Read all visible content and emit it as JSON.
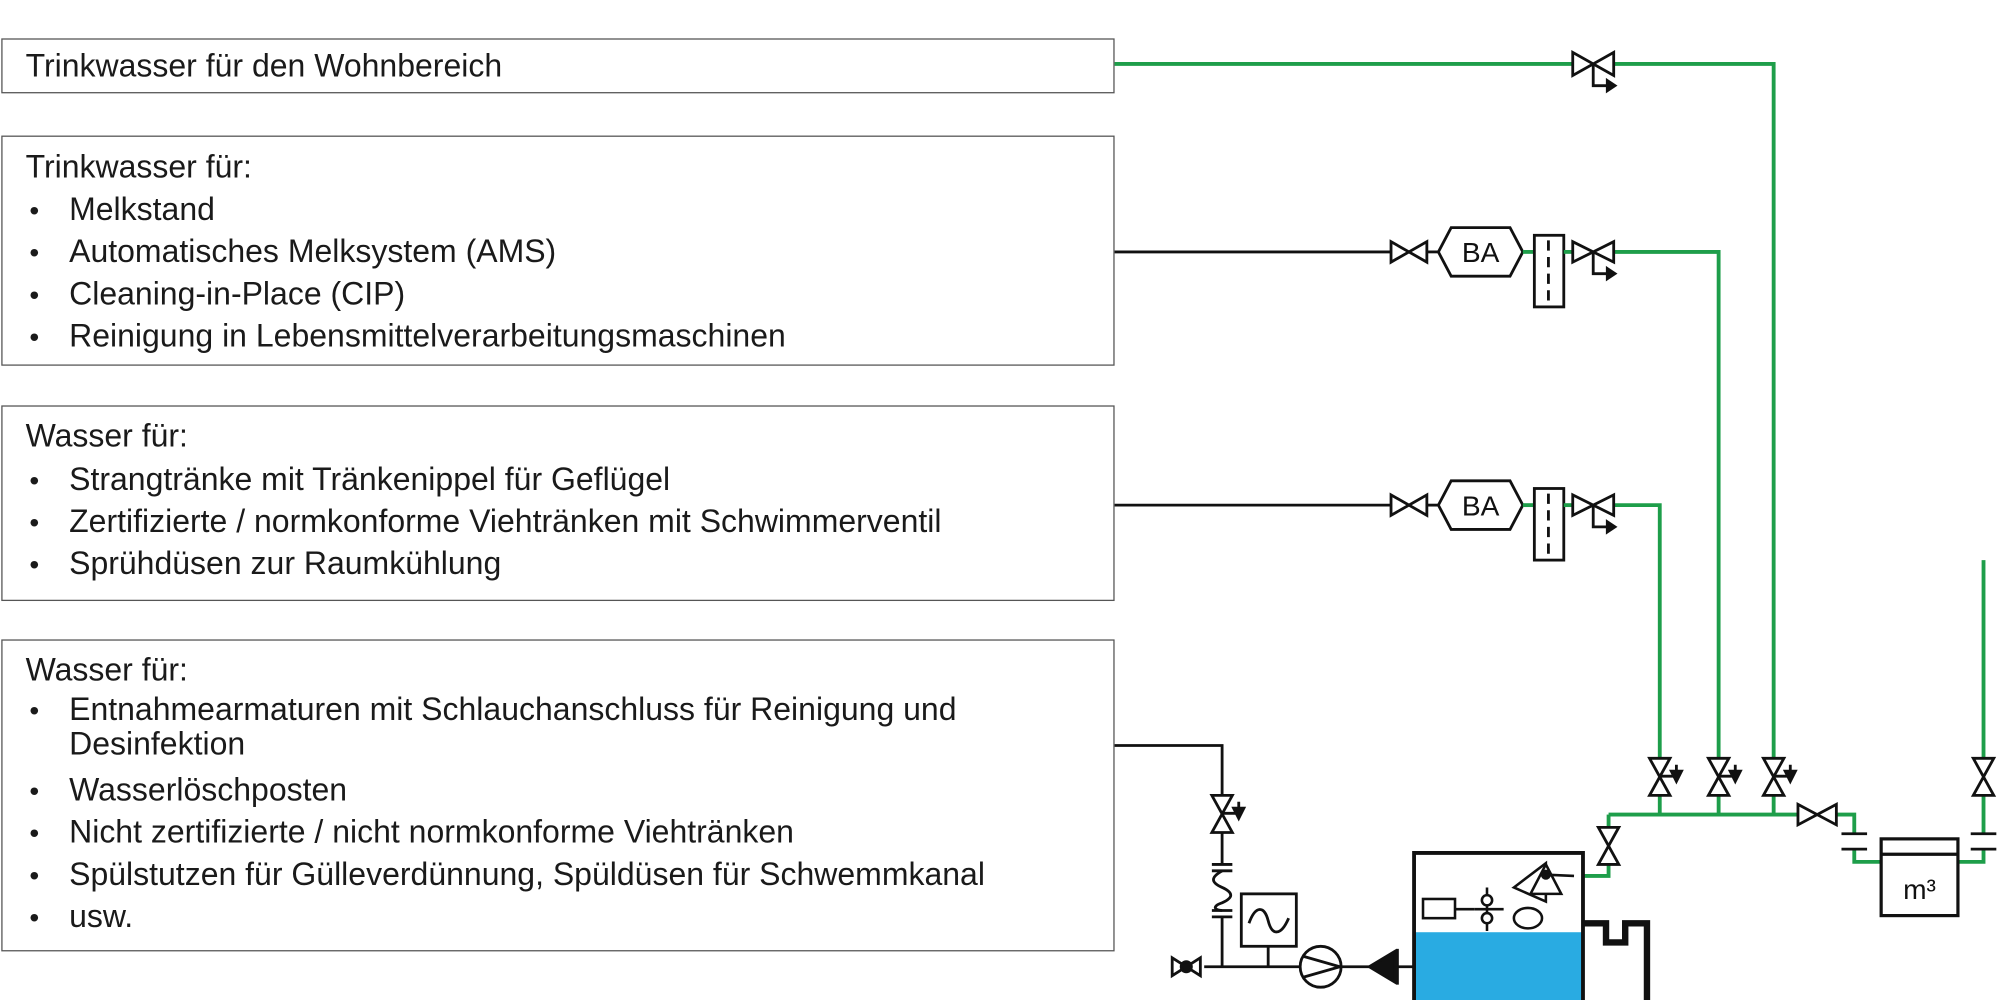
{
  "boxes": [
    {
      "title": "Trinkwasser für den Wohnbereich",
      "items": []
    },
    {
      "title": "Trinkwasser für:",
      "items": [
        "Melkstand",
        "Automatisches Melksystem (AMS)",
        "Cleaning-in-Place (CIP)",
        "Reinigung in Lebensmittelverarbeitungsmaschinen"
      ]
    },
    {
      "title": "Wasser für:",
      "items": [
        "Strangtränke mit Tränkenippel für Geflügel",
        "Zertifizierte / normkonforme Viehtränken mit Schwimmerventil",
        "Sprühdüsen zur Raumkühlung"
      ]
    },
    {
      "title": "Wasser für:",
      "items": [
        "Entnahmearmaturen mit Schlauchanschluss für Reinigung und Desinfektion",
        "Wasserlöschposten",
        "Nicht zertifizierte / nicht normkonforme Viehtränken",
        "Spülstutzen für Gülleverdünnung, Spüldüsen für Schwemmkanal",
        "usw."
      ]
    }
  ],
  "schematic": {
    "backflow_preventer_label": "BA",
    "meter_label": "m³"
  },
  "colors": {
    "potable_line": "#1e9e4a",
    "service_line": "#111111",
    "tank_water": "#29abe2",
    "box_border": "#555555"
  }
}
